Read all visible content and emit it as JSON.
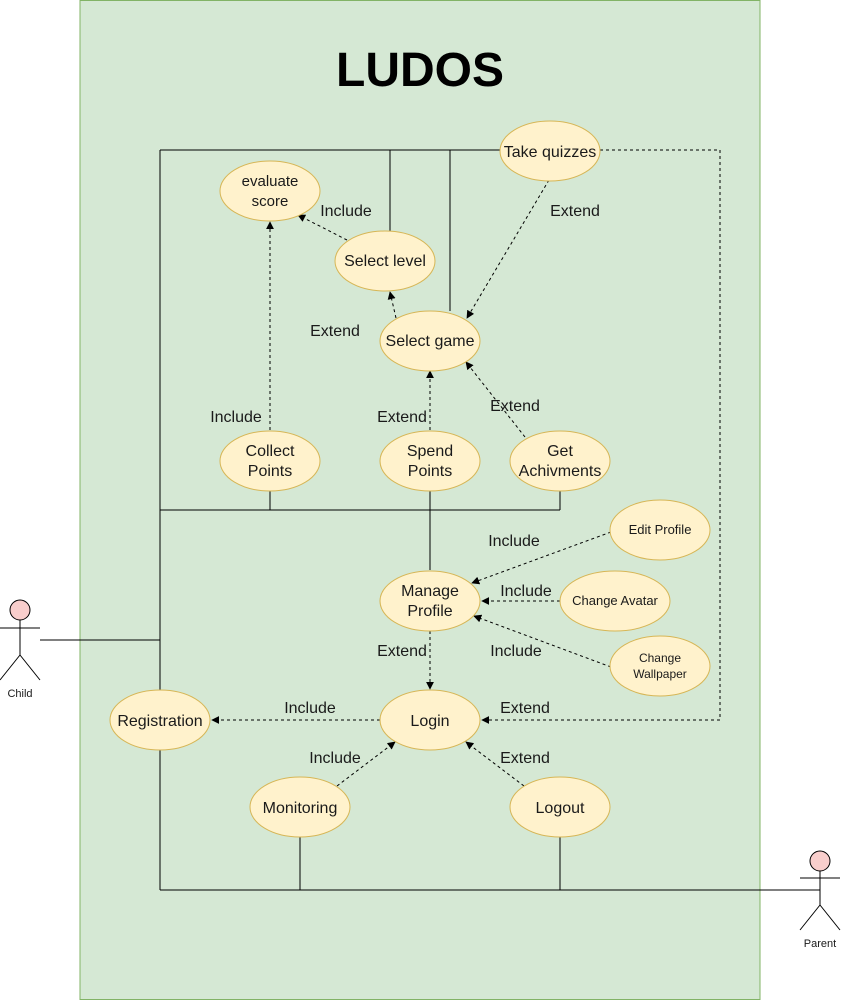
{
  "title": "LUDOS",
  "actors": {
    "child": "Child",
    "parent": "Parent"
  },
  "use_cases": {
    "take_quizzes": "Take quizzes",
    "evaluate_score": [
      "evaluate",
      "score"
    ],
    "select_level": "Select level",
    "select_game": "Select game",
    "collect_points": [
      "Collect",
      "Points"
    ],
    "spend_points": [
      "Spend",
      "Points"
    ],
    "get_achievements": [
      "Get",
      "Achivments"
    ],
    "edit_profile": "Edit Profile",
    "change_avatar": "Change Avatar",
    "change_wallpaper": [
      "Change",
      "Wallpaper"
    ],
    "manage_profile": [
      "Manage",
      "Profile"
    ],
    "registration": "Registration",
    "login": "Login",
    "monitoring": "Monitoring",
    "logout": "Logout"
  },
  "relations": {
    "include": "Include",
    "extend": "Extend"
  },
  "colors": {
    "system_fill": "#d5e8d4",
    "system_border": "#82b366",
    "usecase_fill": "#fff2cc",
    "usecase_border": "#d6b656",
    "actor_head": "#f8cecc"
  }
}
